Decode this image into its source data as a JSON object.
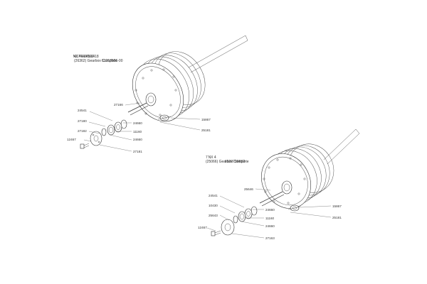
{
  "diagram_top": {
    "header": {
      "model": "NX 414/416/418",
      "code": "61213506-00",
      "model_line2": "417/419/920",
      "caption": "(26362) Gearbox Complete"
    },
    "parts": [
      "27166",
      "24541",
      "27180",
      "27182",
      "12467",
      "24660",
      "11160",
      "24660",
      "27181",
      "15867",
      "25181"
    ]
  },
  "diagram_bottom": {
    "header": {
      "model": "NX 4",
      "code": "61207966S2",
      "model_line2": "7",
      "caption": "(25066) Gearbox Complete"
    },
    "parts": [
      "25646",
      "24541",
      "10430",
      "25643",
      "12467",
      "24660",
      "11160",
      "24660",
      "27163",
      "15867",
      "25181"
    ]
  }
}
